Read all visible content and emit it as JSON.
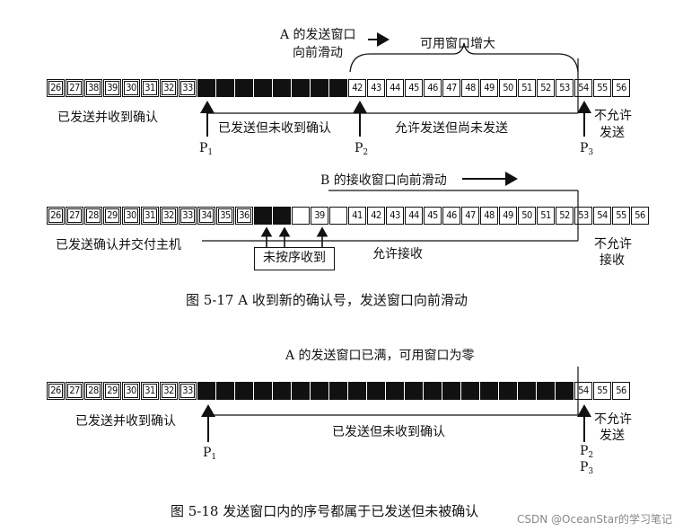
{
  "fig17": {
    "top": {
      "annot_a_line1": "A 的发送窗口",
      "annot_a_line2": "向前滑动",
      "available_label": "可用窗口增大",
      "acked_cells": [
        "26",
        "27",
        "38",
        "39",
        "30",
        "31",
        "32",
        "33"
      ],
      "sent_unacked_count": 8,
      "allowed_cells": [
        "42",
        "43",
        "44",
        "45",
        "46",
        "47",
        "48",
        "49",
        "50",
        "51",
        "52",
        "53"
      ],
      "not_allowed_cells": [
        "54",
        "55",
        "56"
      ],
      "label_acked": "已发送并收到确认",
      "label_sent_unacked": "已发送但未收到确认",
      "label_allowed": "允许发送但尚未发送",
      "label_not_allowed_1": "不允许",
      "label_not_allowed_2": "发送",
      "p1": "P",
      "p1_sub": "1",
      "p2": "P",
      "p2_sub": "2",
      "p3": "P",
      "p3_sub": "3"
    },
    "bottom": {
      "annot_b": "B 的接收窗口向前滑动",
      "delivered_cells": [
        "26",
        "27",
        "28",
        "29",
        "30",
        "31",
        "32",
        "33",
        "34",
        "35",
        "36"
      ],
      "out_of_order_fill": [
        true,
        true,
        false,
        false
      ],
      "out_of_order_cells": [
        "",
        "",
        "",
        "39"
      ],
      "cell_40_blank": "",
      "window_cells": [
        "41",
        "42",
        "43",
        "44",
        "45",
        "46",
        "47",
        "48",
        "49",
        "50",
        "51",
        "52",
        "53"
      ],
      "not_allowed_cells": [
        "54",
        "55",
        "56"
      ],
      "label_delivered": "已发送确认并交付主机",
      "label_out_of_order": "未按序收到",
      "label_allowed": "允许接收",
      "label_not_allowed_1": "不允许",
      "label_not_allowed_2": "接收"
    },
    "caption": "图 5-17   A 收到新的确认号，发送窗口向前滑动"
  },
  "fig18": {
    "annot": "A 的发送窗口已满，可用窗口为零",
    "acked_cells": [
      "26",
      "27",
      "28",
      "29",
      "30",
      "31",
      "32",
      "33"
    ],
    "sent_unacked_count": 20,
    "not_allowed_cells": [
      "54",
      "55",
      "56"
    ],
    "label_acked": "已发送并收到确认",
    "label_sent_unacked": "已发送但未收到确认",
    "label_not_allowed_1": "不允许",
    "label_not_allowed_2": "发送",
    "p1": "P",
    "p1_sub": "1",
    "p2": "P",
    "p2_sub": "2",
    "p3": "P",
    "p3_sub": "3",
    "caption": "图 5-18   发送窗口内的序号都属于已发送但未被确认"
  },
  "watermark": "CSDN @OceanStar的学习笔记"
}
